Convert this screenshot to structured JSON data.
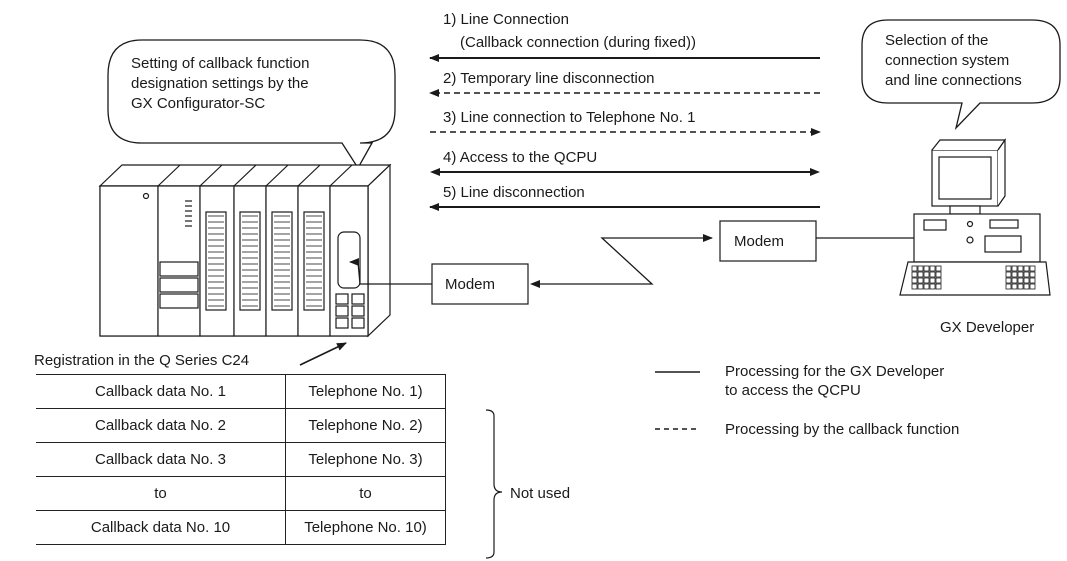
{
  "steps": [
    {
      "number": "1)",
      "label": "Line Connection",
      "sublabel": "(Callback connection (during fixed))",
      "style": "solid"
    },
    {
      "number": "2)",
      "label": "Temporary line disconnection",
      "style": "dashed"
    },
    {
      "number": "3)",
      "label": "Line connection to Telephone No. 1",
      "style": "dashed"
    },
    {
      "number": "4)",
      "label": "Access to the QCPU",
      "style": "solid"
    },
    {
      "number": "5)",
      "label": "Line disconnection",
      "style": "solid"
    }
  ],
  "left_bubble": {
    "lines": [
      "Setting of callback function",
      "designation settings by the",
      "GX Configurator-SC"
    ]
  },
  "right_bubble": {
    "lines": [
      "Selection of the",
      "connection system",
      "and line connections"
    ]
  },
  "modem_left": "Modem",
  "modem_right": "Modem",
  "pc_label": "GX Developer",
  "registration_label": "Registration in the  Q Series C24",
  "table": {
    "rows": [
      [
        "Callback data No. 1",
        "Telephone No. 1)"
      ],
      [
        "Callback data No. 2",
        "Telephone No. 2)"
      ],
      [
        "Callback data No. 3",
        "Telephone No. 3)"
      ],
      [
        "to",
        "to"
      ],
      [
        "Callback data No. 10",
        "Telephone No. 10)"
      ]
    ]
  },
  "not_used": "Not used",
  "legend": [
    {
      "style": "solid",
      "lines": [
        "Processing for the GX Developer",
        "to access the QCPU"
      ]
    },
    {
      "style": "dashed",
      "lines": [
        "Processing by the callback function"
      ]
    }
  ]
}
